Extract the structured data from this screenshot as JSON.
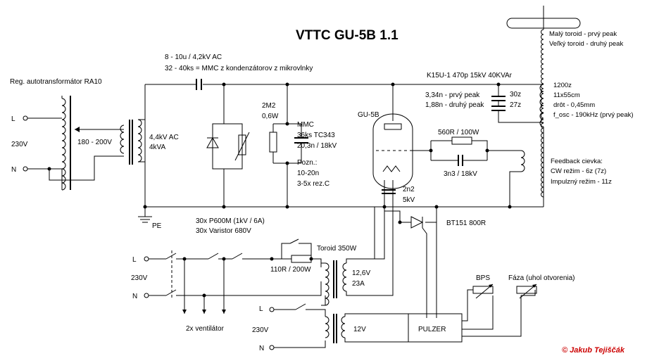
{
  "title": "VTTC  GU-5B  1.1",
  "copyright": "© Jakub Tejiščák",
  "labels": {
    "autotransformer": "Reg. autotransformátor RA10",
    "mains_L": "L",
    "mains_230": "230V",
    "mains_N": "N",
    "range": "180 - 200V",
    "hv_transformer_v": "4,4kV AC",
    "hv_transformer_p": "4kVA",
    "cap_spec_1": "8 - 10u / 4,2kV AC",
    "cap_spec_2": "32 - 40ks = MMC z kondenzátorov z mikrovlnky",
    "pe": "PE",
    "protection_1": "30x P600M (1kV / 6A)",
    "protection_2": "30x Varistor 680V",
    "bleeder_1": "2M2",
    "bleeder_2": "0,6W",
    "mmc_1": "MMC",
    "mmc_2": "36ks TC343",
    "mmc_3": "20,3n / 18kV",
    "note_1": "Pozn.:",
    "note_2": "10-20n",
    "note_3": "3-5x rez.C",
    "tube": "GU-5B",
    "tank_cap": "K15U-1 470p 15kV 40KVAr",
    "tank_1": "3,34n - prvý peak",
    "tank_2": "1,88n - druhý peak",
    "tank_3": "30z",
    "tank_4": "27z",
    "grid_res": "560R / 100W",
    "grid_cap": "3n3 / 18kV",
    "fil_cap_1": "2n2",
    "fil_cap_2": "5kV",
    "scr": "BT151 800R",
    "toroid_1": "Malý toroid - prvý peak",
    "toroid_2": "Veľký toroid - druhý peak",
    "sec_1": "1200z",
    "sec_2": "11x55cm",
    "sec_3": "drôt - 0,45mm",
    "sec_4": "f_osc - 190kHz (prvý peak)",
    "fb_1": "Feedback cievka:",
    "fb_2": "CW režim - 6z (7z)",
    "fb_3": "Impulzný režim - 11z",
    "toroid_tr": "Toroid 350W",
    "soft_res": "110R / 200W",
    "fil_tr_1": "12,6V",
    "fil_tr_2": "23A",
    "mains2_L": "L",
    "mains2_230": "230V",
    "mains2_N": "N",
    "fans": "2x ventilátor",
    "bps": "BPS",
    "phase": "Fáza (uhol otvorenia)",
    "ctrl_L": "L",
    "ctrl_230": "230V",
    "ctrl_N": "N",
    "ctrl_12": "12V",
    "pulser": "PULZER"
  }
}
